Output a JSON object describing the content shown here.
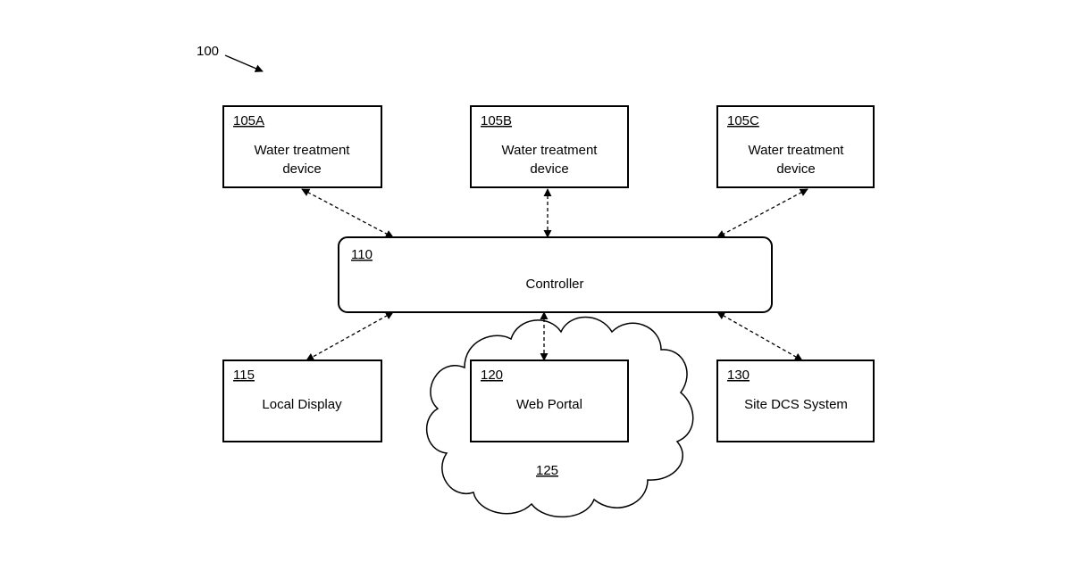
{
  "figure": {
    "number": "100"
  },
  "devices": [
    {
      "ref": "105A",
      "label_line1": "Water treatment",
      "label_line2": "device"
    },
    {
      "ref": "105B",
      "label_line1": "Water treatment",
      "label_line2": "device"
    },
    {
      "ref": "105C",
      "label_line1": "Water treatment",
      "label_line2": "device"
    }
  ],
  "controller": {
    "ref": "110",
    "label": "Controller"
  },
  "local_display": {
    "ref": "115",
    "label": "Local Display"
  },
  "web_portal": {
    "ref": "120",
    "label": "Web Portal"
  },
  "cloud": {
    "ref": "125"
  },
  "site_dcs": {
    "ref": "130",
    "label": "Site DCS System"
  }
}
